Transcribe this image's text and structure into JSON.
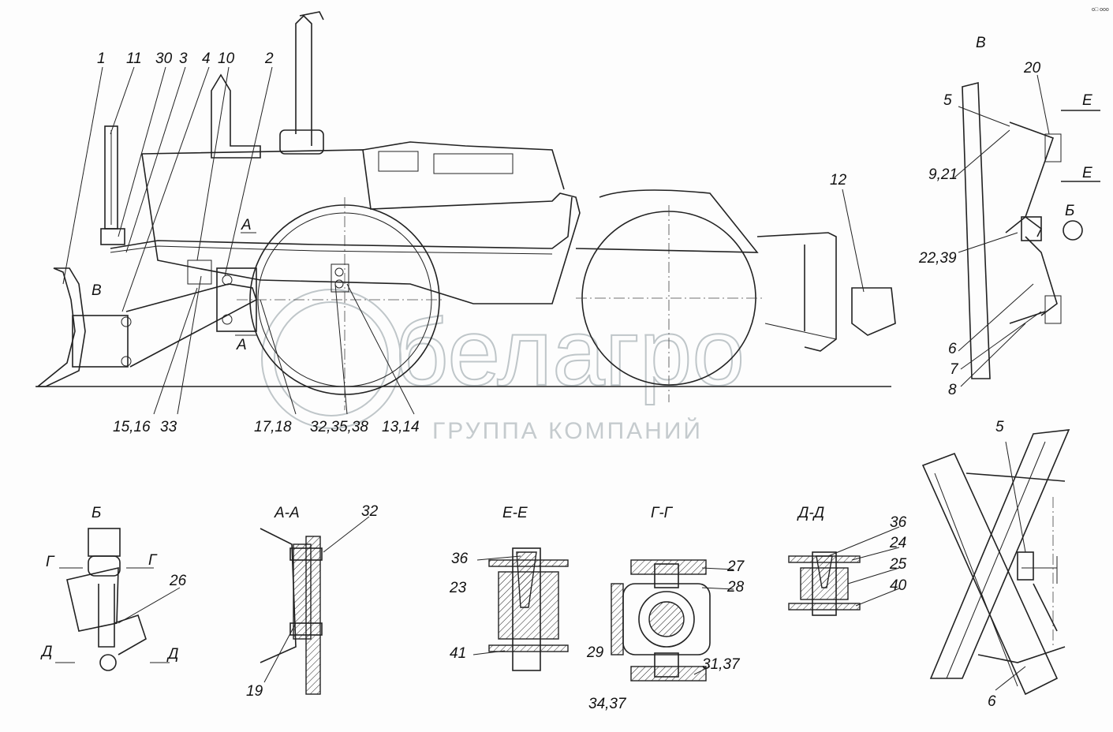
{
  "corner_mark": "o□ ooo",
  "watermark": {
    "logo": "белагро",
    "subtitle": "ГРУППА КОМПАНИЙ"
  },
  "main_view": {
    "top_labels": [
      "1",
      "11",
      "30",
      "3",
      "4",
      "10",
      "2"
    ],
    "bottom_labels": [
      "15,16",
      "33",
      "17,18",
      "32,35,38",
      "13,14"
    ],
    "section_marks": [
      "В",
      "А",
      "А"
    ],
    "side_label": "12"
  },
  "view_v": {
    "title": "В",
    "labels": [
      "20",
      "5",
      "Е",
      "Е",
      "9,21",
      "Б",
      "22,39",
      "6",
      "7",
      "8"
    ]
  },
  "view_b": {
    "title": "Б",
    "labels": [
      "Г",
      "Г",
      "26",
      "Д",
      "Д"
    ]
  },
  "section_aa": {
    "title": "А-А",
    "labels": [
      "32",
      "19"
    ]
  },
  "section_ee": {
    "title": "Е-Е",
    "labels": [
      "36",
      "23",
      "41"
    ]
  },
  "section_gg": {
    "title": "Г-Г",
    "labels": [
      "27",
      "28",
      "29",
      "31,37",
      "34,37"
    ]
  },
  "section_dd": {
    "title": "Д-Д",
    "labels": [
      "36",
      "24",
      "25",
      "40"
    ]
  },
  "view_x": {
    "labels": [
      "5",
      "6"
    ]
  }
}
